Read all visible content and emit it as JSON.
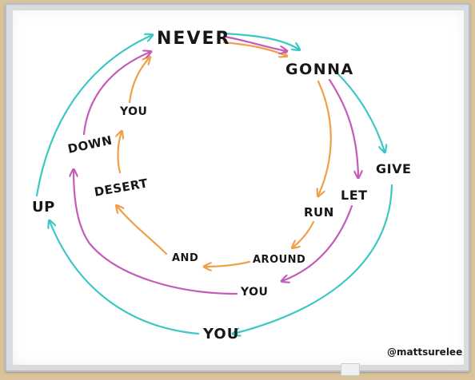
{
  "words": {
    "never": "NEVER",
    "gonna": "GONNA",
    "give": "GIVE",
    "let": "LET",
    "run": "RUN",
    "around": "AROUND",
    "and": "AND",
    "you_inner": "YOU",
    "desert": "DESERT",
    "down": "DOWN",
    "you_left": "YOU",
    "up": "UP",
    "you_bottom": "YOU"
  },
  "credit": "@mattsurelee",
  "colors": {
    "orange": "#f0a04b",
    "magenta": "#c45bb8",
    "teal": "#3cc7c4",
    "marker_black": "#171717",
    "board": "#ffffff",
    "frame": "#d9dcdf",
    "wall": "#d8c39a"
  }
}
